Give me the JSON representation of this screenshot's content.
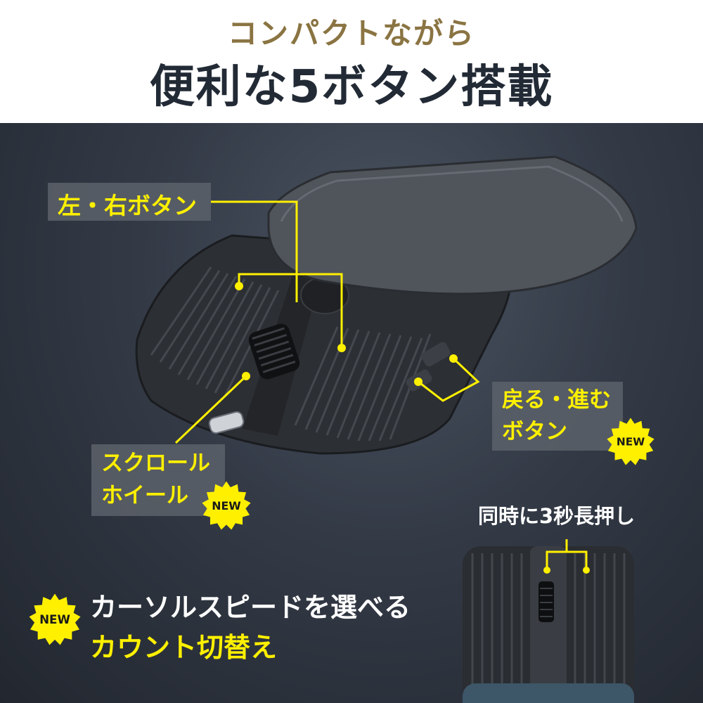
{
  "header": {
    "subtitle": "コンパクトながら",
    "title": "便利な5ボタン搭載"
  },
  "callouts": {
    "left_right": "左・右ボタン",
    "back_forward_line1": "戻る・進む",
    "back_forward_line2": "ボタン",
    "scroll_line1": "スクロール",
    "scroll_line2": "ホイール"
  },
  "badges": {
    "new": "NEW"
  },
  "inset": {
    "hold_label": "同時に3秒長押し"
  },
  "feature": {
    "line1": "カーソルスピードを選べる",
    "line2": "カウント切替え"
  },
  "colors": {
    "accent_yellow": "#fff000",
    "title_dark": "#222a35",
    "subtitle_gold": "#8a7442"
  }
}
